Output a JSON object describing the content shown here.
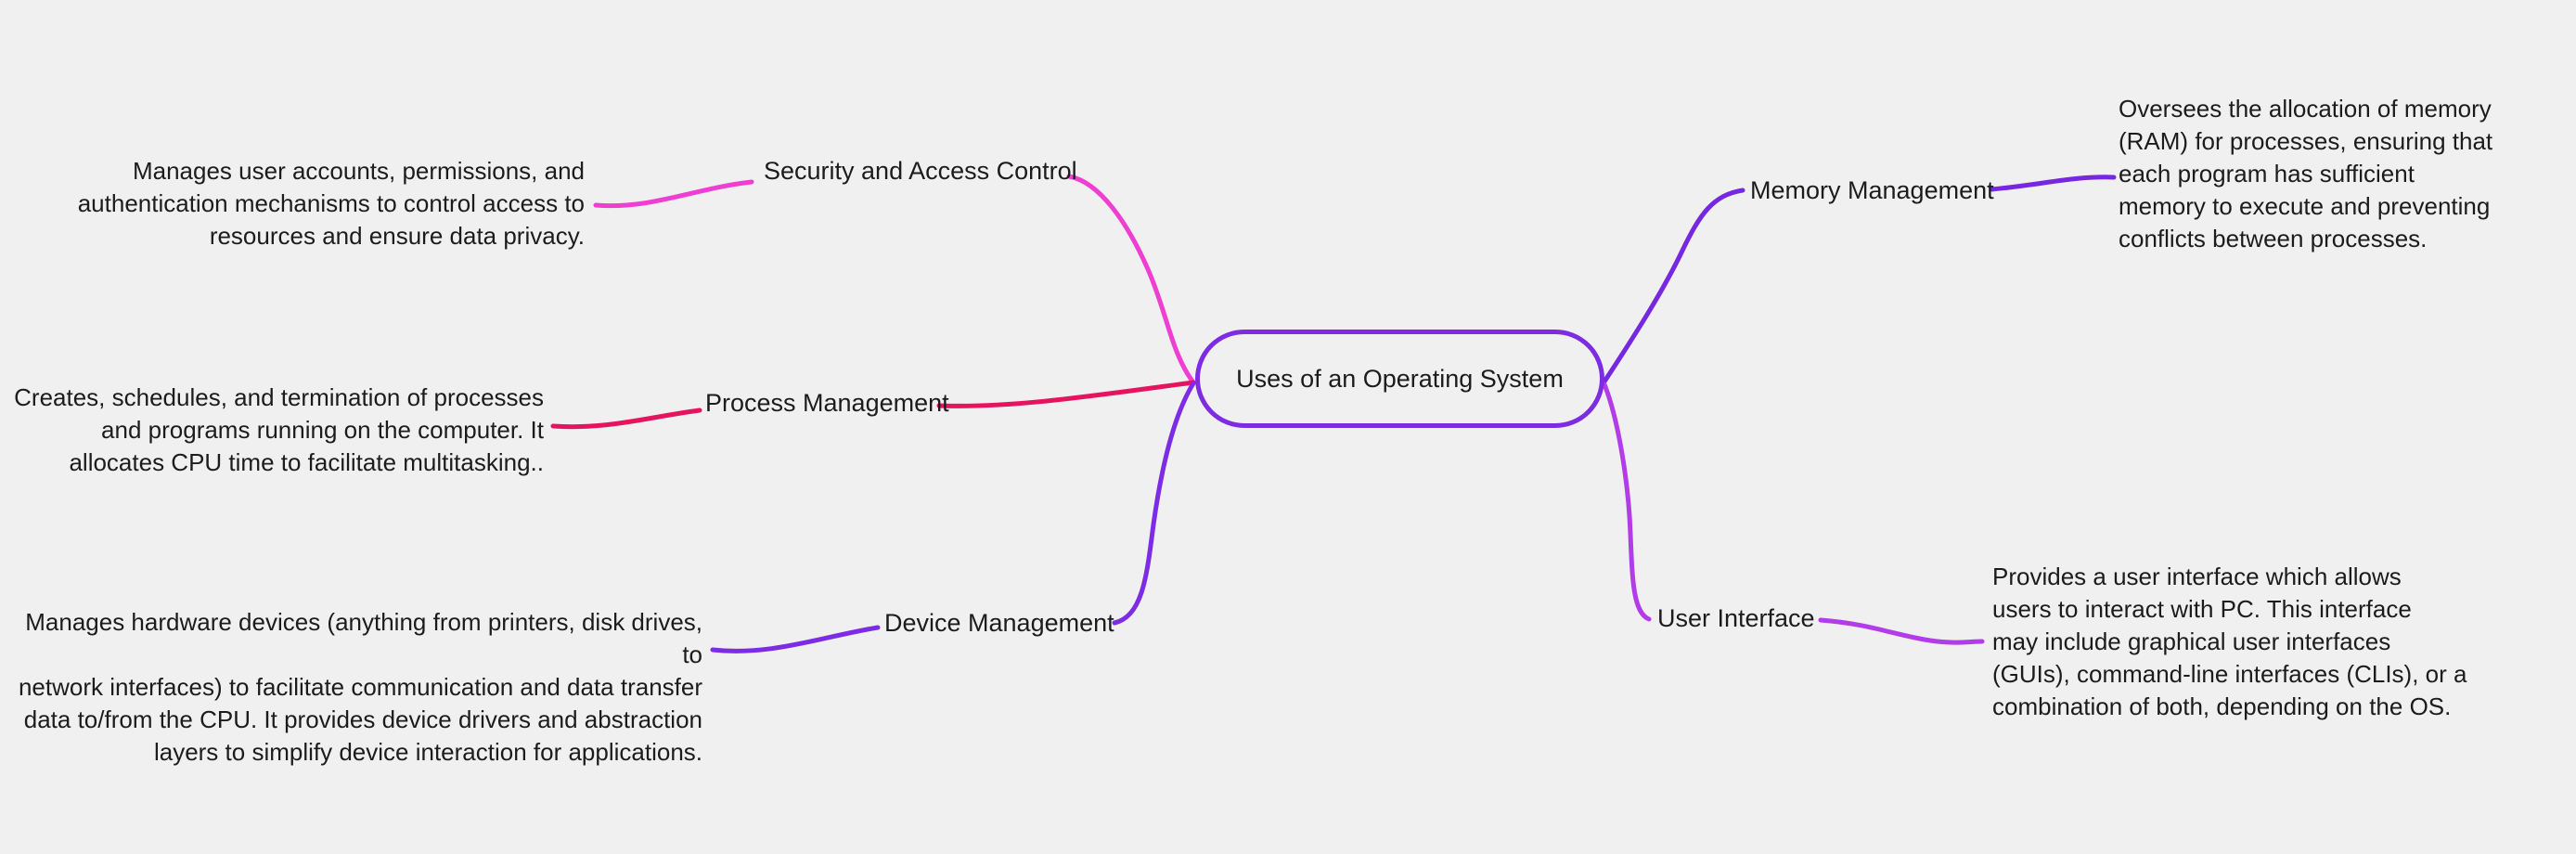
{
  "canvas": {
    "background": "#f1f0f0"
  },
  "root": {
    "label": "Uses of an Operating System",
    "border_color": "#7e2ce2"
  },
  "branches": [
    {
      "id": "security-and-access-control",
      "label": "Security and Access Control",
      "side": "left",
      "color": "#ee3fd2",
      "description_lines": [
        "Manages user accounts, permissions, and",
        "authentication mechanisms to control access to",
        "resources and ensure data privacy."
      ]
    },
    {
      "id": "process-management",
      "label": "Process Management",
      "side": "left",
      "color": "#e4145f",
      "description_lines": [
        "Creates, schedules, and termination of processes",
        "and programs running on the computer. It",
        "allocates CPU time to facilitate multitasking.."
      ]
    },
    {
      "id": "device-management",
      "label": "Device Management",
      "side": "left",
      "color": "#7c2ce4",
      "description_lines": [
        "Manages hardware devices (anything from printers, disk drives, to",
        "network interfaces) to facilitate communication and data transfer",
        "data to/from the CPU. It provides device drivers and abstraction",
        "layers to simplify device interaction for applications."
      ]
    },
    {
      "id": "memory-management",
      "label": "Memory Management",
      "side": "right",
      "color": "#7628e0",
      "description_lines": [
        "Oversees the allocation of memory",
        "(RAM) for processes, ensuring that",
        "each program has sufficient",
        "memory to execute and preventing",
        "conflicts between processes."
      ]
    },
    {
      "id": "user-interface",
      "label": "User Interface",
      "side": "right",
      "color": "#b23ce8",
      "description_lines": [
        "Provides a user interface which allows",
        "users to interact with PC. This interface",
        "may include graphical user interfaces",
        "(GUIs), command-line interfaces (CLIs), or a",
        "combination of both, depending on the OS."
      ]
    }
  ]
}
